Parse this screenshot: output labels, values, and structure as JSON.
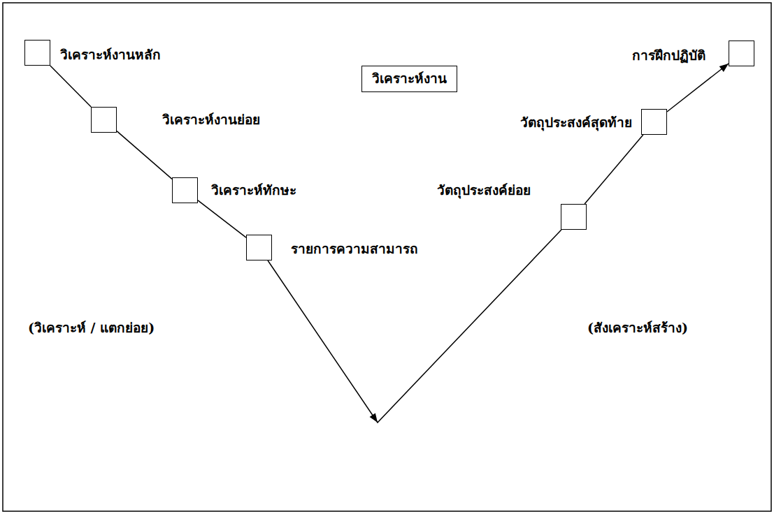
{
  "diagram": {
    "nodes": [
      {
        "text": [
          "วิเคราะห์งาน"
        ]
      },
      {
        "text": [
          "วิเคราะห์งานหลัก"
        ]
      },
      {
        "text": [
          "วิเคราะห์งานย่อย"
        ]
      },
      {
        "text": [
          "วิเคราะห์ทักษะ"
        ]
      },
      {
        "text": [
          "รายการความสามารถ"
        ]
      },
      {
        "text": [
          "วัตถุประสงค์ย่อย"
        ]
      },
      {
        "text": [
          "วัตถุประสงค์สุดท้าย"
        ]
      },
      {
        "text": [
          "การฝึกปฏิบัติ"
        ]
      }
    ],
    "edges": [
      {
        "from": 1,
        "to": 2,
        "arrow": "none"
      },
      {
        "from": 2,
        "to": 3,
        "arrow": "none"
      },
      {
        "from": 3,
        "to": 4,
        "arrow": "none"
      },
      {
        "from": 4,
        "to": 5,
        "arrow": "to"
      },
      {
        "from": 5,
        "to": 6,
        "arrow": "none"
      },
      {
        "from": 6,
        "to": 7,
        "arrow": "to"
      }
    ],
    "labels": [
      "(วิเคราะห์ / แตกย่อย)",
      "(สังเคราะห์สร้าง)"
    ]
  }
}
